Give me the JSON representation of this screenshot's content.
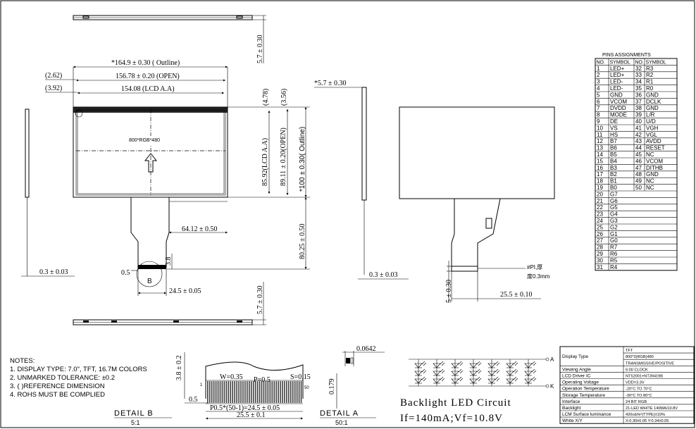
{
  "dimensions": {
    "top_thickness": "5.7 ± 0.30",
    "outline_width": "*164.9 ± 0.30 ( Outline)",
    "open_width": "156.78 ± 0.20 (OPEN)",
    "aa_width": "154.08 (LCD A.A)",
    "offset_262": "(2.62)",
    "offset_392": "(3.92)",
    "offset_478": "(4.78)",
    "offset_356": "(3.56)",
    "aa_height": "85.92(LCD A.A)",
    "open_height": "89.11 ± 0.20(OPEN)",
    "outline_height": "*100 ± 0.30( Outline)",
    "fpc_length": "80.25 ± 0.50",
    "fpc_offset": "64.12 ± 0.50",
    "fpc_38": "3.8",
    "fpc_05": "0.5",
    "fpc_width": "24.5 ± 0.05",
    "left_edge": "0.3 ± 0.03",
    "bottom_thickness": "5.7 ± 0.30",
    "resolution": "800*RGB*480",
    "detail_b_marker": "B",
    "side_thickness": "*5.7 ± 0.30",
    "back_left_edge": "0.3 ± 0.03",
    "back_fpc_thk": "5 ± 0.30",
    "back_fpc_width": "25.5 ± 0.10",
    "pi_label": "#PI,厚",
    "pi_thk": "度0.3mm"
  },
  "pins": {
    "title": "PINS ASSIGNMENTS",
    "headers": [
      "NO.",
      "SYMBOL",
      "NO.",
      "SYMBOL"
    ],
    "rows": [
      [
        "1",
        "LED+",
        "32",
        "R3"
      ],
      [
        "2",
        "LED+",
        "33",
        "R2"
      ],
      [
        "3",
        "LED-",
        "34",
        "R1"
      ],
      [
        "4",
        "LED-",
        "35",
        "R0"
      ],
      [
        "5",
        "GND",
        "36",
        "GND"
      ],
      [
        "6",
        "VCOM",
        "37",
        "DCLK"
      ],
      [
        "7",
        "DVDD",
        "38",
        "GND"
      ],
      [
        "8",
        "MODE",
        "39",
        "L/R"
      ],
      [
        "9",
        "DE",
        "40",
        "U/D"
      ],
      [
        "10",
        "VS",
        "41",
        "VGH"
      ],
      [
        "11",
        "HS",
        "42",
        "VGL"
      ],
      [
        "12",
        "B7",
        "43",
        "AVDD"
      ],
      [
        "13",
        "B6",
        "44",
        "RESET"
      ],
      [
        "14",
        "B5",
        "45",
        "NC"
      ],
      [
        "15",
        "B4",
        "46",
        "VCOM"
      ],
      [
        "16",
        "B3",
        "47",
        "DITHB"
      ],
      [
        "17",
        "B2",
        "48",
        "GND"
      ],
      [
        "18",
        "B1",
        "49",
        "NC"
      ],
      [
        "19",
        "B0",
        "50",
        "NC"
      ],
      [
        "20",
        "G7",
        "",
        ""
      ],
      [
        "21",
        "G6",
        "",
        ""
      ],
      [
        "22",
        "G5",
        "",
        ""
      ],
      [
        "23",
        "G4",
        "",
        ""
      ],
      [
        "24",
        "G3",
        "",
        ""
      ],
      [
        "25",
        "G2",
        "",
        ""
      ],
      [
        "26",
        "G1",
        "",
        ""
      ],
      [
        "27",
        "G0",
        "",
        ""
      ],
      [
        "28",
        "R7",
        "",
        ""
      ],
      [
        "29",
        "R6",
        "",
        ""
      ],
      [
        "30",
        "R5",
        "",
        ""
      ],
      [
        "31",
        "R4",
        "",
        ""
      ]
    ]
  },
  "notes": {
    "title": "NOTES:",
    "items": [
      "1. DISPLAY TYPE:  7.0\", TFT, 16.7M COLORS",
      "2. UNMARKED TOLERANCE: ±0.2",
      "3. (   )REFERENCE DIMENSION",
      "4. ROHS MUST BE COMPLIED"
    ]
  },
  "detail_b": {
    "title": "DETAIL   B",
    "scale": "5:1",
    "height": "3.8 ± 0.2",
    "w": "W=0.35",
    "p": "P=0.5",
    "s": "S=0.15",
    "pin1": "1",
    "pin50": "50",
    "thk": "0.5",
    "pitch": "P0.5*(50-1)=24.5 ± 0.05",
    "width": "25.5 ± 0.1"
  },
  "detail_a": {
    "title": "DETAIL   A",
    "scale": "50:1",
    "top": "0.0642",
    "side": "0.179"
  },
  "backlight": {
    "title": "Backlight LED Circuit",
    "spec": "If=140mA;Vf=10.8V",
    "anode": "A",
    "cathode": "K"
  },
  "spec_table": {
    "rows": [
      [
        "Display Type",
        "TFT"
      ],
      [
        "",
        "800*3(RGB)480"
      ],
      [
        "",
        "TRANSMISSIVE/POSITIVE"
      ],
      [
        "Viewing Angle",
        "6:00 CLOCK"
      ],
      [
        "LCD Driver IC",
        "NT52001+NT39419B"
      ],
      [
        "Operating Voltage",
        "VDD=3.3V"
      ],
      [
        "Operation Temperature",
        "-20°C  TO  70°C"
      ],
      [
        "Storage Temperature",
        "-30°C  TO  80°C"
      ],
      [
        "Interface",
        "24 BIT RGB"
      ],
      [
        "Backlight",
        "21-LED WHITE 140MA/10.8V"
      ],
      [
        "LCM Surface luminance",
        "420cd/m²(TYPE)±10%"
      ],
      [
        "White X/Y",
        "X:0.30±0.05  Y:0.34±0.05"
      ]
    ]
  }
}
